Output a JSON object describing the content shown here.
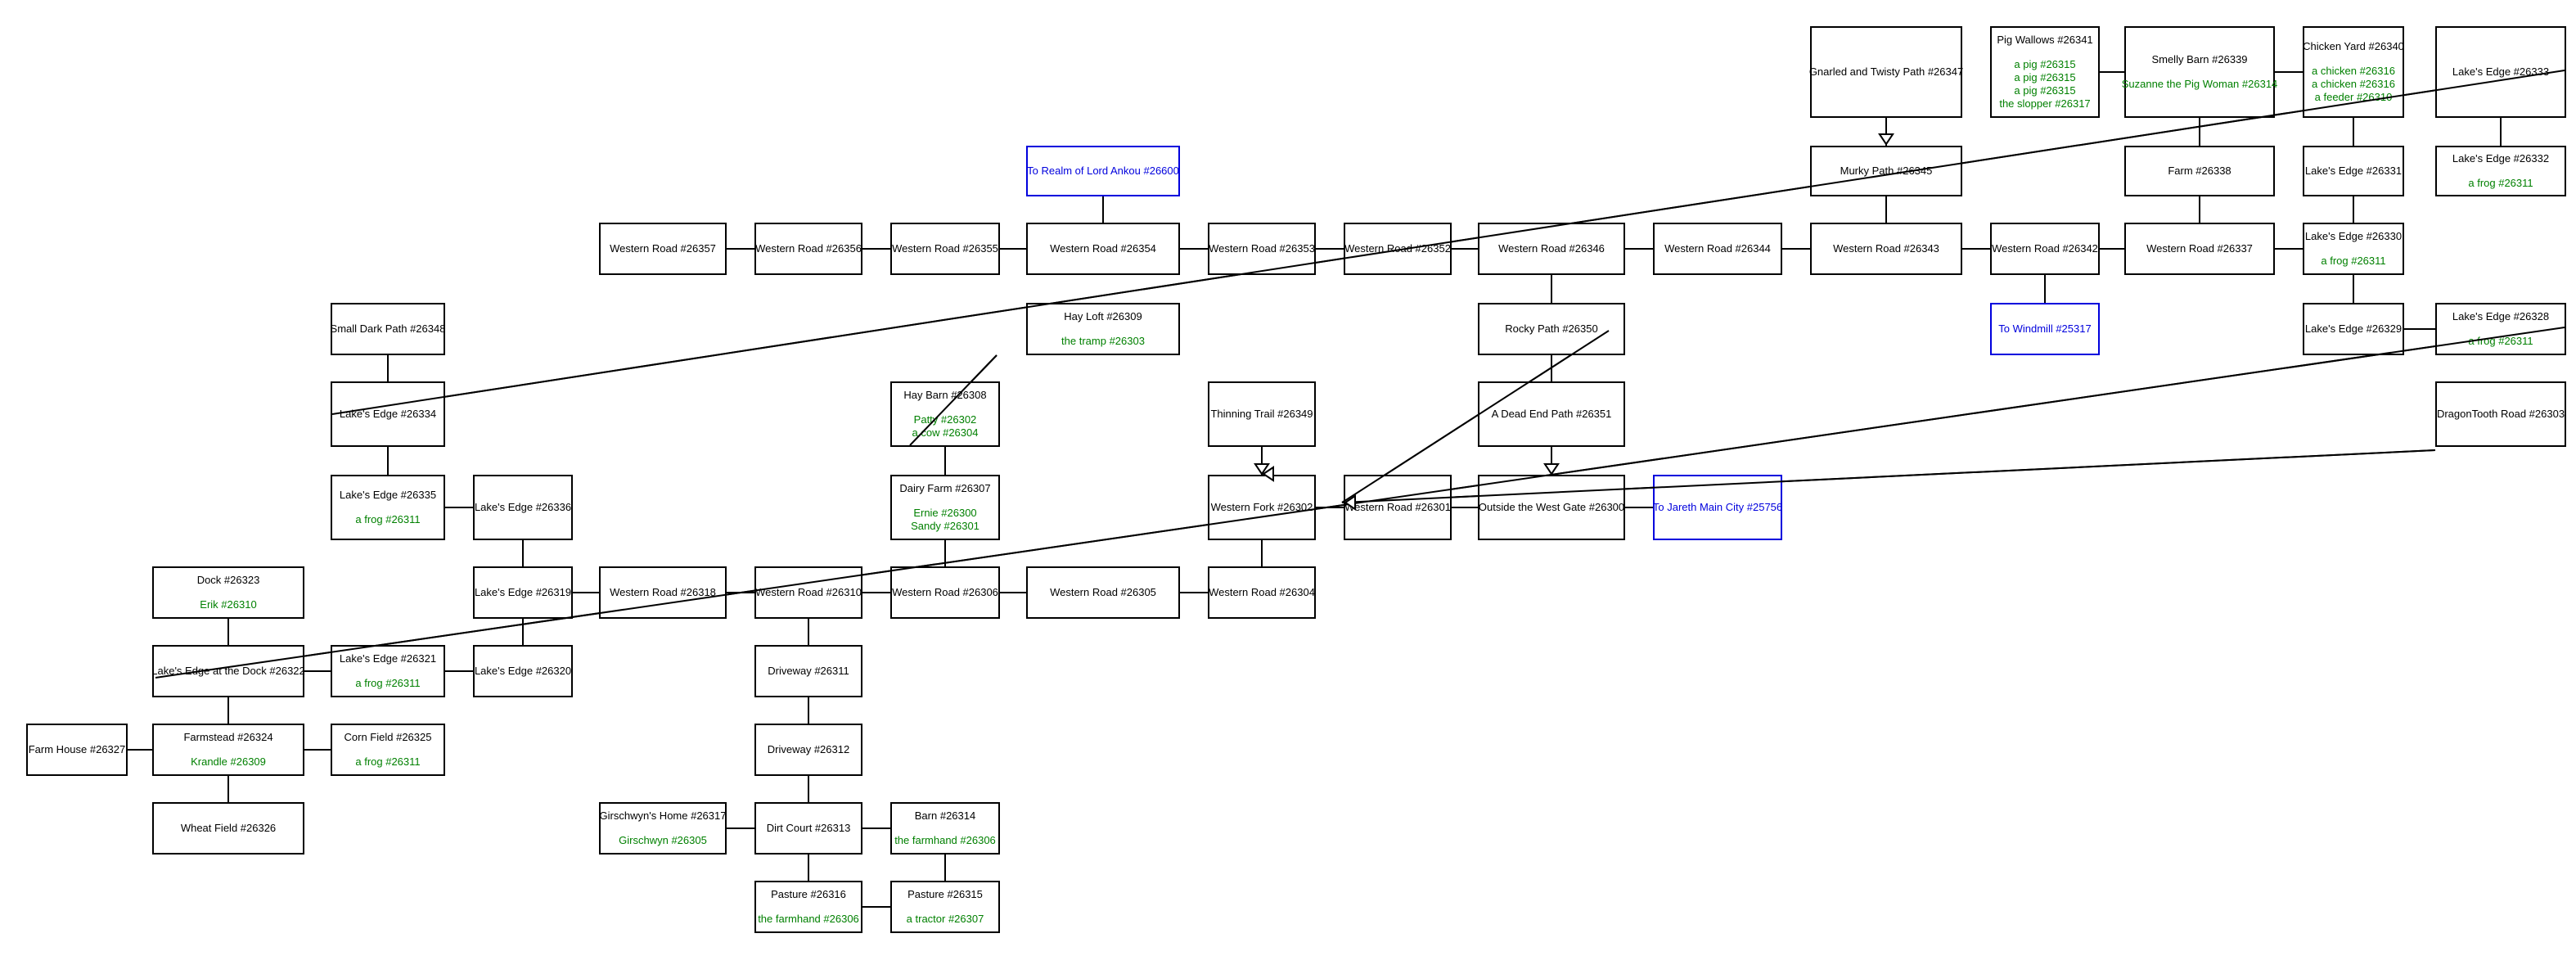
{
  "colors": {
    "border": "#000000",
    "portal": "#0000dd",
    "occupant": "#008000",
    "background": "#ffffff"
  },
  "rooms": [
    {
      "id": "gnarled",
      "name": "Gnarled and Twisty Path #26347",
      "occupants": []
    },
    {
      "id": "pigwallows",
      "name": "Pig Wallows #26341",
      "occupants": [
        "a pig #26315",
        "a pig #26315",
        "a pig #26315",
        "the slopper #26317"
      ]
    },
    {
      "id": "smellybarn",
      "name": "Smelly Barn #26339",
      "occupants": [
        "Suzanne the Pig Woman #26314"
      ]
    },
    {
      "id": "chickenyard",
      "name": "Chicken Yard #26340",
      "occupants": [
        "a chicken #26316",
        "a chicken #26316",
        "a feeder #26310"
      ]
    },
    {
      "id": "le26333",
      "name": "Lake's Edge #26333",
      "occupants": []
    },
    {
      "id": "realm",
      "name": "To Realm of Lord Ankou #26600",
      "occupants": [],
      "portal": true
    },
    {
      "id": "murky",
      "name": "Murky Path #26345",
      "occupants": []
    },
    {
      "id": "farm26338",
      "name": "Farm #26338",
      "occupants": []
    },
    {
      "id": "le26331",
      "name": "Lake's Edge #26331",
      "occupants": []
    },
    {
      "id": "le26332",
      "name": "Lake's Edge #26332",
      "occupants": [
        "a frog #26311"
      ]
    },
    {
      "id": "wr26357",
      "name": "Western Road #26357",
      "occupants": []
    },
    {
      "id": "wr26356",
      "name": "Western Road #26356",
      "occupants": []
    },
    {
      "id": "wr26355",
      "name": "Western Road #26355",
      "occupants": []
    },
    {
      "id": "wr26354",
      "name": "Western Road #26354",
      "occupants": []
    },
    {
      "id": "wr26353",
      "name": "Western Road #26353",
      "occupants": []
    },
    {
      "id": "wr26352",
      "name": "Western Road #26352",
      "occupants": []
    },
    {
      "id": "wr26346",
      "name": "Western Road #26346",
      "occupants": []
    },
    {
      "id": "wr26344",
      "name": "Western Road #26344",
      "occupants": []
    },
    {
      "id": "wr26343",
      "name": "Western Road #26343",
      "occupants": []
    },
    {
      "id": "wr26342",
      "name": "Western Road #26342",
      "occupants": []
    },
    {
      "id": "wr26337",
      "name": "Western Road #26337",
      "occupants": []
    },
    {
      "id": "le26330",
      "name": "Lake's Edge #26330",
      "occupants": [
        "a frog #26311"
      ]
    },
    {
      "id": "smalldark",
      "name": "Small Dark Path #26348",
      "occupants": []
    },
    {
      "id": "hayloft",
      "name": "Hay Loft #26309",
      "occupants": [
        "the tramp #26303"
      ]
    },
    {
      "id": "rocky",
      "name": "Rocky Path #26350",
      "occupants": []
    },
    {
      "id": "windmill",
      "name": "To Windmill #25317",
      "occupants": [],
      "portal": true
    },
    {
      "id": "le26329",
      "name": "Lake's Edge #26329",
      "occupants": []
    },
    {
      "id": "le26328",
      "name": "Lake's Edge #26328",
      "occupants": [
        "a frog #26311"
      ]
    },
    {
      "id": "le26334",
      "name": "Lake's Edge #26334",
      "occupants": []
    },
    {
      "id": "haybarn",
      "name": "Hay Barn #26308",
      "occupants": [
        "Patty #26302",
        "a cow #26304"
      ]
    },
    {
      "id": "thinning",
      "name": "Thinning Trail #26349",
      "occupants": []
    },
    {
      "id": "deadend",
      "name": "A Dead End Path #26351",
      "occupants": []
    },
    {
      "id": "dragontooth",
      "name": "DragonTooth Road #26303",
      "occupants": []
    },
    {
      "id": "le26335",
      "name": "Lake's Edge #26335",
      "occupants": [
        "a frog #26311"
      ]
    },
    {
      "id": "le26336",
      "name": "Lake's Edge #26336",
      "occupants": []
    },
    {
      "id": "dairy",
      "name": "Dairy Farm #26307",
      "occupants": [
        "Ernie #26300",
        "Sandy #26301"
      ]
    },
    {
      "id": "wfork",
      "name": "Western Fork #26302",
      "occupants": []
    },
    {
      "id": "wr26301",
      "name": "Western Road #26301",
      "occupants": []
    },
    {
      "id": "westgate",
      "name": "Outside the West Gate #26300",
      "occupants": []
    },
    {
      "id": "jareth",
      "name": "To Jareth Main City #25756",
      "occupants": [],
      "portal": true
    },
    {
      "id": "dock",
      "name": "Dock #26323",
      "occupants": [
        "Erik #26310"
      ]
    },
    {
      "id": "le26319",
      "name": "Lake's Edge #26319",
      "occupants": []
    },
    {
      "id": "wr26318",
      "name": "Western Road #26318",
      "occupants": []
    },
    {
      "id": "wr26310",
      "name": "Western Road #26310",
      "occupants": []
    },
    {
      "id": "wr26306",
      "name": "Western Road #26306",
      "occupants": []
    },
    {
      "id": "wr26305",
      "name": "Western Road #26305",
      "occupants": []
    },
    {
      "id": "wr26304",
      "name": "Western Road #26304",
      "occupants": []
    },
    {
      "id": "ledock",
      "name": "Lake's Edge at the Dock #26322",
      "occupants": []
    },
    {
      "id": "le26321",
      "name": "Lake's Edge #26321",
      "occupants": [
        "a frog #26311"
      ]
    },
    {
      "id": "le26320",
      "name": "Lake's Edge #26320",
      "occupants": []
    },
    {
      "id": "drive26311",
      "name": "Driveway #26311",
      "occupants": []
    },
    {
      "id": "farmhouse",
      "name": "Farm House #26327",
      "occupants": []
    },
    {
      "id": "farmstead",
      "name": "Farmstead #26324",
      "occupants": [
        "Krandle #26309"
      ]
    },
    {
      "id": "cornfield",
      "name": "Corn Field #26325",
      "occupants": [
        "a frog #26311"
      ]
    },
    {
      "id": "drive26312",
      "name": "Driveway #26312",
      "occupants": []
    },
    {
      "id": "wheat",
      "name": "Wheat Field #26326",
      "occupants": []
    },
    {
      "id": "girschwyn",
      "name": "Girschwyn's Home #26317",
      "occupants": [
        "Girschwyn #26305"
      ]
    },
    {
      "id": "dirtcourt",
      "name": "Dirt Court #26313",
      "occupants": []
    },
    {
      "id": "barn26314",
      "name": "Barn #26314",
      "occupants": [
        "the farmhand #26306"
      ]
    },
    {
      "id": "pasture26316",
      "name": "Pasture #26316",
      "occupants": [
        "the farmhand #26306"
      ]
    },
    {
      "id": "pasture26315",
      "name": "Pasture #26315",
      "occupants": [
        "a tractor #26307"
      ]
    }
  ]
}
